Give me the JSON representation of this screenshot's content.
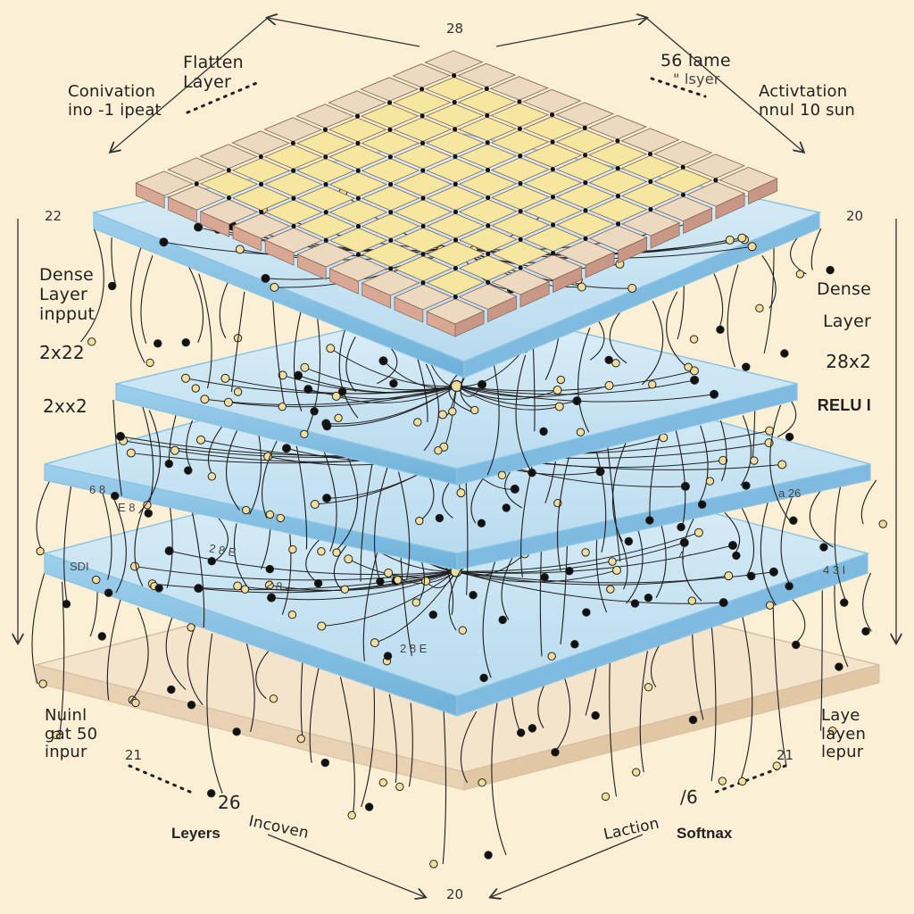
{
  "diagram": {
    "top_left_annotation": {
      "line1": "Flatten",
      "line2": "Layer"
    },
    "top_center_number": "28",
    "top_right_annotation": {
      "line1": "56 lame",
      "line2": "\" lsyer"
    },
    "left_upper_annotation": {
      "line1": "Conivation",
      "line2": "ino -1 ipeat"
    },
    "right_upper_annotation": {
      "line1": "Activtation",
      "line2": "nnul 10 sun"
    },
    "left_dimension": "22",
    "right_dimension": "20",
    "left_dense": {
      "line1": "Dense",
      "line2": "Layer",
      "line3": "inpput",
      "size1": "2x22",
      "size2": "2xx2"
    },
    "right_dense": {
      "line1": "Dense",
      "line2": "Layer",
      "size": "28x2",
      "activation": "RELU I"
    },
    "plate_marks": {
      "plate3_left": "6 8",
      "plate3_right": "a 26",
      "plate4_left": "SDI",
      "plate4_right": "4 3 I",
      "mark_a": "2 8 E",
      "mark_b": "2 8 -",
      "mark_c": "4 -",
      "mark_d": "2 8 E",
      "mark_e": "E 8"
    },
    "bottom_left_annotation": {
      "line1": "Nuinl",
      "line2": "gat 50",
      "line3": "inpur"
    },
    "bottom_left_number": "21",
    "bottom_right_annotation": {
      "line1": "Laye",
      "line2": "layen",
      "line3": "lepur"
    },
    "bottom_right_number": "21",
    "bottom_left_caption": {
      "number": "26",
      "label": "Leyers",
      "sublabel": "Incoven"
    },
    "bottom_right_caption": {
      "number": "/6",
      "label": "Softnax",
      "sublabel": "Laction"
    },
    "bottom_center_number": "20",
    "colors": {
      "background": "#fbf0d6",
      "plate_fill": "#cde6f3",
      "plate_edge": "#8cc4e4",
      "grid_tile_center": "#f6e7a0",
      "grid_tile_edge": "#ecd9bf",
      "tile_side": "#d8a895",
      "node_fill": "#f2dd9d",
      "node_dark": "#111111",
      "base_fill": "#f5e4cc"
    }
  }
}
